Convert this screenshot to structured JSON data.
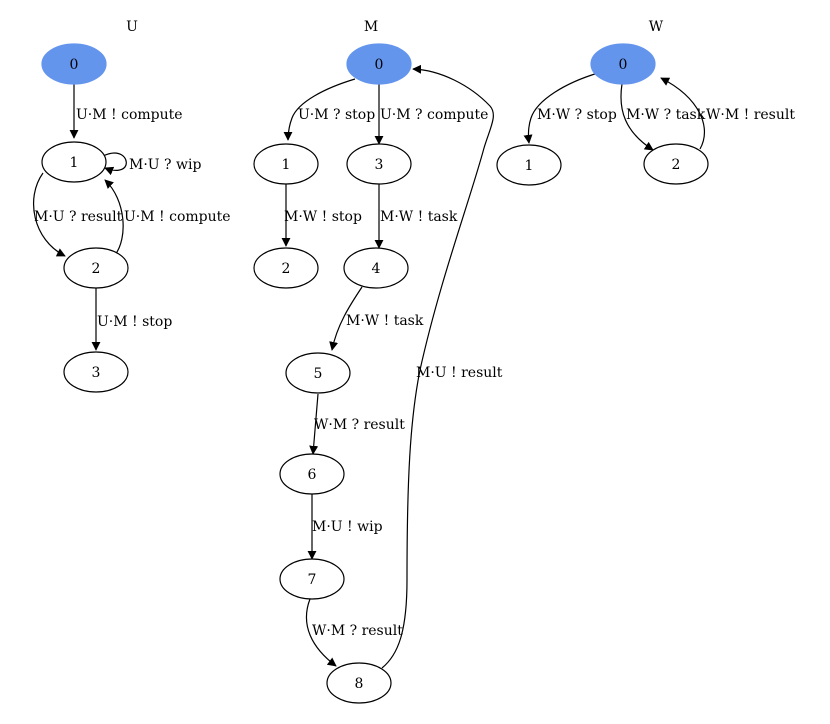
{
  "colors": {
    "initial_fill": "#6495ed",
    "node_fill": "#ffffff",
    "stroke": "#000000"
  },
  "diagram": {
    "machines": [
      {
        "id": "U",
        "title": "U",
        "states": [
          {
            "id": "U0",
            "label": "0",
            "initial": true
          },
          {
            "id": "U1",
            "label": "1"
          },
          {
            "id": "U2",
            "label": "2"
          },
          {
            "id": "U3",
            "label": "3"
          }
        ],
        "transitions": [
          {
            "from": "0",
            "to": "1",
            "label": "U·M ! compute"
          },
          {
            "from": "1",
            "to": "1",
            "label": "M·U ? wip"
          },
          {
            "from": "1",
            "to": "2",
            "label": "M·U ? result"
          },
          {
            "from": "2",
            "to": "1",
            "label": "U·M ! compute"
          },
          {
            "from": "2",
            "to": "3",
            "label": "U·M ! stop"
          }
        ]
      },
      {
        "id": "M",
        "title": "M",
        "states": [
          {
            "id": "M0",
            "label": "0",
            "initial": true
          },
          {
            "id": "M1",
            "label": "1"
          },
          {
            "id": "M2",
            "label": "2"
          },
          {
            "id": "M3",
            "label": "3"
          },
          {
            "id": "M4",
            "label": "4"
          },
          {
            "id": "M5",
            "label": "5"
          },
          {
            "id": "M6",
            "label": "6"
          },
          {
            "id": "M7",
            "label": "7"
          },
          {
            "id": "M8",
            "label": "8"
          }
        ],
        "transitions": [
          {
            "from": "0",
            "to": "1",
            "label": "U·M ? stop"
          },
          {
            "from": "0",
            "to": "3",
            "label": "U·M ? compute"
          },
          {
            "from": "1",
            "to": "2",
            "label": "M·W ! stop"
          },
          {
            "from": "3",
            "to": "4",
            "label": "M·W ! task"
          },
          {
            "from": "4",
            "to": "5",
            "label": "M·W ! task"
          },
          {
            "from": "5",
            "to": "6",
            "label": "W·M ? result"
          },
          {
            "from": "6",
            "to": "7",
            "label": "M·U ! wip"
          },
          {
            "from": "7",
            "to": "8",
            "label": "W·M ? result"
          },
          {
            "from": "8",
            "to": "0",
            "label": "M·U ! result"
          }
        ]
      },
      {
        "id": "W",
        "title": "W",
        "states": [
          {
            "id": "W0",
            "label": "0",
            "initial": true
          },
          {
            "id": "W1",
            "label": "1"
          },
          {
            "id": "W2",
            "label": "2"
          }
        ],
        "transitions": [
          {
            "from": "0",
            "to": "1",
            "label": "M·W ? stop"
          },
          {
            "from": "0",
            "to": "2",
            "label": "M·W ? task"
          },
          {
            "from": "2",
            "to": "0",
            "label": "W·M ! result"
          }
        ]
      }
    ]
  }
}
